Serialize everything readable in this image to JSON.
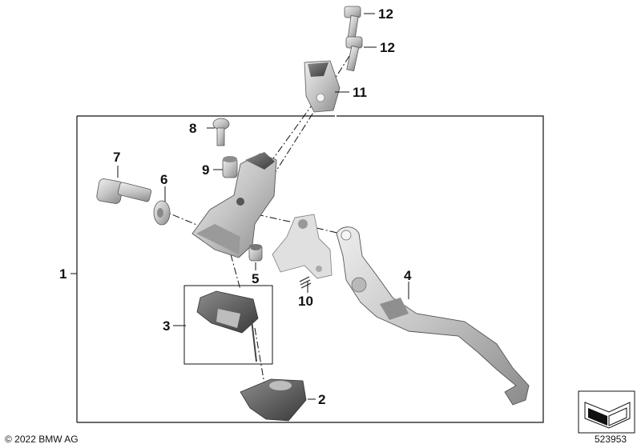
{
  "callouts": {
    "c1": "1",
    "c2": "2",
    "c3": "3",
    "c4": "4",
    "c5": "5",
    "c6": "6",
    "c7": "7",
    "c8": "8",
    "c9": "9",
    "c10": "10",
    "c11": "11",
    "c12a": "12",
    "c12b": "12"
  },
  "footer": {
    "copyright": "© 2022 BMW AG",
    "diagram_number": "523953"
  },
  "colors": {
    "part_fill": "#c9c9c9",
    "part_dark": "#6f6f6f",
    "part_light": "#e6e6e6",
    "line": "#111111"
  }
}
